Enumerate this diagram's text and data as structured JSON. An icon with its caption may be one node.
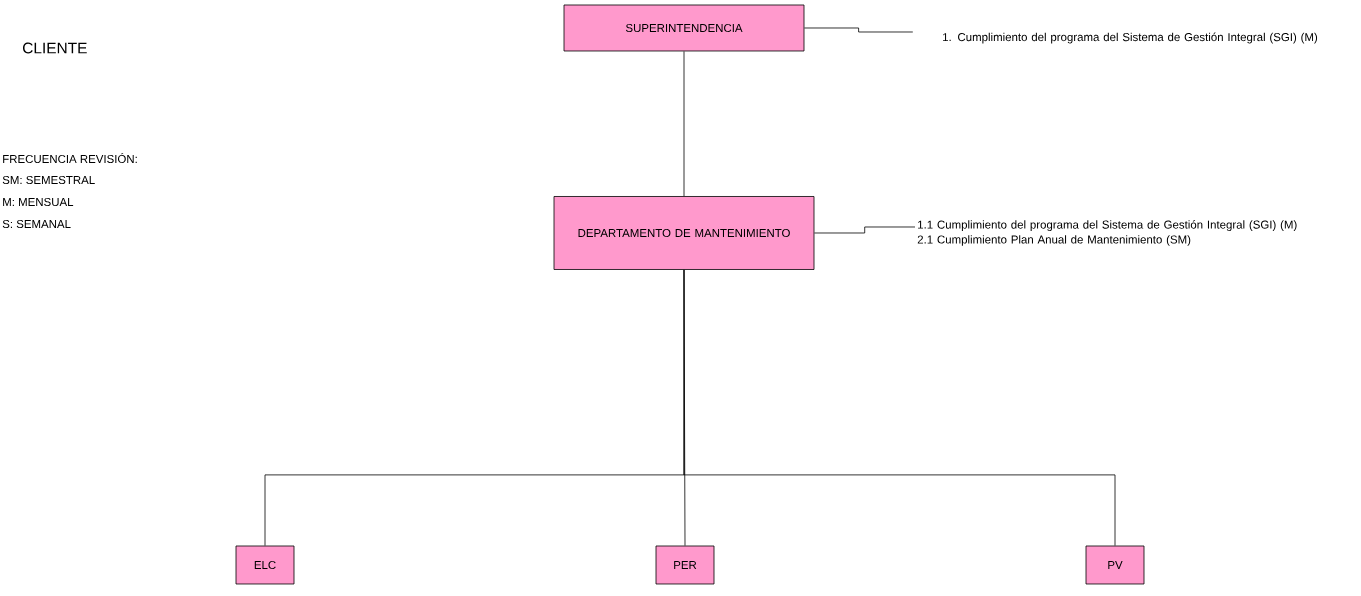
{
  "diagram": {
    "nodes": [
      {
        "text": [
          "SUPERINTENDENCIA"
        ]
      },
      {
        "text": [
          "1. Cumplimiento del programa del Sistema de Gestión Integral (SGI) (M)"
        ]
      },
      {
        "text": [
          "DEPARTAMENTO DE MANTENIMIENTO"
        ]
      },
      {
        "text": [
          "1.1 Cumplimiento del programa del Sistema de Gestión Integral (SGI) (M)",
          "2.1 Cumplimiento Plan Anual de Mantenimiento (SM)"
        ]
      },
      {
        "text": [
          "ELC"
        ]
      },
      {
        "text": [
          "PER"
        ]
      },
      {
        "text": [
          "PV"
        ]
      }
    ],
    "edges": [
      {
        "from": 0,
        "to": 1,
        "arrow": "none"
      },
      {
        "from": 0,
        "to": 2,
        "arrow": "none"
      },
      {
        "from": 2,
        "to": 3,
        "arrow": "none"
      },
      {
        "from": 2,
        "to": 4,
        "arrow": "none"
      },
      {
        "from": 2,
        "to": 5,
        "arrow": "none"
      },
      {
        "from": 2,
        "to": 6,
        "arrow": "none"
      }
    ],
    "labels": [
      "CLIENTE",
      "FRECUENCIA REVISIÓN:",
      "SM: SEMESTRAL",
      "M: MENSUAL",
      "S: SEMANAL"
    ]
  }
}
